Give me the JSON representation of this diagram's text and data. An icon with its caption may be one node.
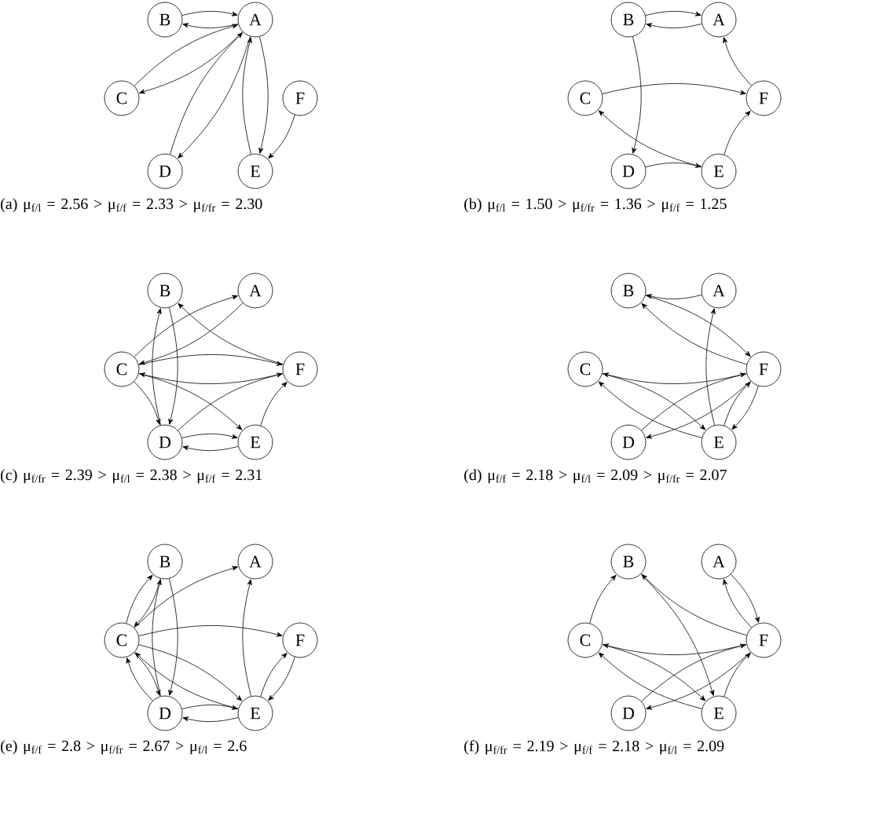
{
  "diagram": {
    "nodes": [
      {
        "text": [
          "B"
        ]
      },
      {
        "text": [
          "A"
        ]
      },
      {
        "text": [
          "C"
        ]
      },
      {
        "text": [
          "F"
        ]
      },
      {
        "text": [
          "D"
        ]
      },
      {
        "text": [
          "E"
        ]
      },
      {
        "text": [
          "B"
        ]
      },
      {
        "text": [
          "A"
        ]
      },
      {
        "text": [
          "C"
        ]
      },
      {
        "text": [
          "F"
        ]
      },
      {
        "text": [
          "D"
        ]
      },
      {
        "text": [
          "E"
        ]
      },
      {
        "text": [
          "B"
        ]
      },
      {
        "text": [
          "A"
        ]
      },
      {
        "text": [
          "C"
        ]
      },
      {
        "text": [
          "F"
        ]
      },
      {
        "text": [
          "D"
        ]
      },
      {
        "text": [
          "E"
        ]
      },
      {
        "text": [
          "B"
        ]
      },
      {
        "text": [
          "A"
        ]
      },
      {
        "text": [
          "C"
        ]
      },
      {
        "text": [
          "F"
        ]
      },
      {
        "text": [
          "D"
        ]
      },
      {
        "text": [
          "E"
        ]
      },
      {
        "text": [
          "B"
        ]
      },
      {
        "text": [
          "A"
        ]
      },
      {
        "text": [
          "C"
        ]
      },
      {
        "text": [
          "F"
        ]
      },
      {
        "text": [
          "D"
        ]
      },
      {
        "text": [
          "E"
        ]
      },
      {
        "text": [
          "B"
        ]
      },
      {
        "text": [
          "A"
        ]
      },
      {
        "text": [
          "C"
        ]
      },
      {
        "text": [
          "F"
        ]
      },
      {
        "text": [
          "D"
        ]
      },
      {
        "text": [
          "E"
        ]
      }
    ],
    "edges": [
      {
        "from": 1,
        "to": 0,
        "arrow": "to"
      },
      {
        "from": 0,
        "to": 1,
        "arrow": "to"
      },
      {
        "from": 1,
        "to": 2,
        "arrow": "to"
      },
      {
        "from": 2,
        "to": 1,
        "arrow": "to"
      },
      {
        "from": 1,
        "to": 4,
        "arrow": "to"
      },
      {
        "from": 4,
        "to": 1,
        "arrow": "to"
      },
      {
        "from": 1,
        "to": 5,
        "arrow": "to"
      },
      {
        "from": 5,
        "to": 1,
        "arrow": "to"
      },
      {
        "from": 3,
        "to": 5,
        "arrow": "to"
      },
      {
        "from": 7,
        "to": 6,
        "arrow": "to"
      },
      {
        "from": 6,
        "to": 7,
        "arrow": "to"
      },
      {
        "from": 6,
        "to": 10,
        "arrow": "to"
      },
      {
        "from": 8,
        "to": 9,
        "arrow": "to"
      },
      {
        "from": 11,
        "to": 8,
        "arrow": "to"
      },
      {
        "from": 10,
        "to": 11,
        "arrow": "to"
      },
      {
        "from": 11,
        "to": 9,
        "arrow": "to"
      },
      {
        "from": 9,
        "to": 7,
        "arrow": "to"
      },
      {
        "from": 12,
        "to": 16,
        "arrow": "to"
      },
      {
        "from": 16,
        "to": 12,
        "arrow": "to"
      },
      {
        "from": 13,
        "to": 14,
        "arrow": "to"
      },
      {
        "from": 14,
        "to": 13,
        "arrow": "to"
      },
      {
        "from": 15,
        "to": 12,
        "arrow": "to"
      },
      {
        "from": 15,
        "to": 14,
        "arrow": "to"
      },
      {
        "from": 14,
        "to": 15,
        "arrow": "to"
      },
      {
        "from": 14,
        "to": 16,
        "arrow": "to"
      },
      {
        "from": 14,
        "to": 17,
        "arrow": "to"
      },
      {
        "from": 16,
        "to": 15,
        "arrow": "to"
      },
      {
        "from": 17,
        "to": 16,
        "arrow": "to"
      },
      {
        "from": 16,
        "to": 17,
        "arrow": "to"
      },
      {
        "from": 17,
        "to": 15,
        "arrow": "to"
      },
      {
        "from": 19,
        "to": 18,
        "arrow": "to"
      },
      {
        "from": 21,
        "to": 18,
        "arrow": "to"
      },
      {
        "from": 18,
        "to": 21,
        "arrow": "to"
      },
      {
        "from": 21,
        "to": 20,
        "arrow": "to"
      },
      {
        "from": 20,
        "to": 23,
        "arrow": "to"
      },
      {
        "from": 23,
        "to": 20,
        "arrow": "to"
      },
      {
        "from": 21,
        "to": 22,
        "arrow": "to"
      },
      {
        "from": 22,
        "to": 21,
        "arrow": "to"
      },
      {
        "from": 23,
        "to": 19,
        "arrow": "to"
      },
      {
        "from": 21,
        "to": 23,
        "arrow": "to"
      },
      {
        "from": 23,
        "to": 21,
        "arrow": "to"
      },
      {
        "from": 24,
        "to": 26,
        "arrow": "to"
      },
      {
        "from": 26,
        "to": 24,
        "arrow": "to"
      },
      {
        "from": 24,
        "to": 28,
        "arrow": "to"
      },
      {
        "from": 28,
        "to": 24,
        "arrow": "to"
      },
      {
        "from": 26,
        "to": 25,
        "arrow": "to"
      },
      {
        "from": 26,
        "to": 27,
        "arrow": "to"
      },
      {
        "from": 26,
        "to": 28,
        "arrow": "to"
      },
      {
        "from": 28,
        "to": 26,
        "arrow": "to"
      },
      {
        "from": 29,
        "to": 26,
        "arrow": "to"
      },
      {
        "from": 26,
        "to": 29,
        "arrow": "to"
      },
      {
        "from": 29,
        "to": 25,
        "arrow": "to"
      },
      {
        "from": 29,
        "to": 27,
        "arrow": "to"
      },
      {
        "from": 27,
        "to": 29,
        "arrow": "to"
      },
      {
        "from": 28,
        "to": 29,
        "arrow": "to"
      },
      {
        "from": 29,
        "to": 28,
        "arrow": "to"
      },
      {
        "from": 32,
        "to": 30,
        "arrow": "to"
      },
      {
        "from": 30,
        "to": 35,
        "arrow": "to"
      },
      {
        "from": 33,
        "to": 30,
        "arrow": "to"
      },
      {
        "from": 33,
        "to": 32,
        "arrow": "to"
      },
      {
        "from": 32,
        "to": 35,
        "arrow": "to"
      },
      {
        "from": 35,
        "to": 32,
        "arrow": "to"
      },
      {
        "from": 31,
        "to": 33,
        "arrow": "to"
      },
      {
        "from": 33,
        "to": 31,
        "arrow": "to"
      },
      {
        "from": 33,
        "to": 34,
        "arrow": "to"
      },
      {
        "from": 34,
        "to": 33,
        "arrow": "to"
      },
      {
        "from": 35,
        "to": 33,
        "arrow": "to"
      }
    ],
    "labels": [
      "(a) μ$_{f/l}$ = 2.56 > μ$_{f/f}$ = 2.33 > μ$_{f/fr}$ = 2.30",
      "(b) μ$_{f/l}$ = 1.50 > μ$_{f/fr}$ = 1.36 > μ$_{f/f}$ = 1.25",
      "(c) μ$_{f/fr}$ = 2.39 > μ$_{f/l}$ = 2.38 > μ$_{f/f}$ = 2.31",
      "(d) μ$_{f/f}$ = 2.18 > μ$_{f/l}$ = 2.09 > μ$_{f/fr}$ = 2.07",
      "(e) μ$_{f/f}$ = 2.8 > μ$_{f/fr}$ = 2.67 > μ$_{f/l}$ = 2.6",
      "(f) μ$_{f/fr}$ = 2.19 > μ$_{f/f}$ = 2.18 > μ$_{f/l}$ = 2.09"
    ]
  }
}
